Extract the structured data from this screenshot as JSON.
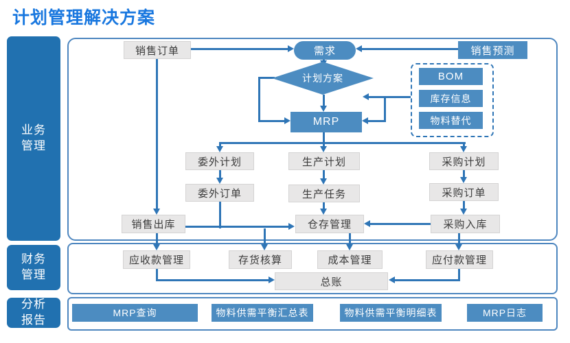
{
  "title": "计划管理解决方案",
  "sidebar": {
    "business": "业务\n管理",
    "finance": "财务\n管理",
    "analysis": "分析\n报告"
  },
  "flow": {
    "sales_order": "销售订单",
    "demand": "需求",
    "sales_forecast": "销售预测",
    "plan_scheme": "计划方案",
    "bom": "BOM",
    "inventory_info": "库存信息",
    "material_substitute": "物料替代",
    "mrp": "MRP",
    "outsource_plan": "委外计划",
    "production_plan": "生产计划",
    "purchase_plan": "采购计划",
    "outsource_order": "委外订单",
    "production_task": "生产任务",
    "purchase_order": "采购订单",
    "sales_delivery": "销售出库",
    "warehouse_mgmt": "仓存管理",
    "purchase_receipt": "采购入库"
  },
  "finance": {
    "receivables": "应收款管理",
    "inventory_accounting": "存货核算",
    "cost_mgmt": "成本管理",
    "payables": "应付款管理",
    "general_ledger": "总账"
  },
  "analysis": {
    "mrp_query": "MRP查询",
    "balance_summary": "物料供需平衡汇总表",
    "balance_detail": "物料供需平衡明细表",
    "mrp_log": "MRP日志"
  },
  "colors": {
    "title_blue": "#1877DF",
    "sidebar_blue": "#2171B0",
    "flow_box_blue": "#4C8CC1",
    "gray_box": "#E8E7E7",
    "line_blue": "#2E75B6"
  }
}
